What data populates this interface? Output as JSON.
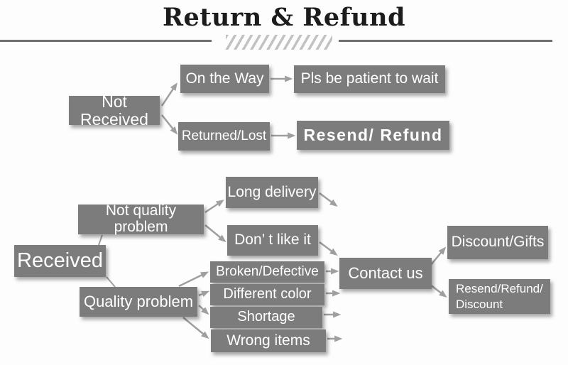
{
  "title": "Return & Refund",
  "nodes": {
    "not_received": "Not Received",
    "on_the_way": "On the Way",
    "pls_wait": "Pls be patient to wait",
    "returned_lost": "Returned/Lost",
    "resend_refund": "Resend/ Refund",
    "received": "Received",
    "not_quality_problem": "Not quality problem",
    "quality_problem": "Quality problem",
    "long_delivery": "Long delivery",
    "dont_like_it": "Don’ t like it",
    "broken_defective": "Broken/Defective",
    "different_color": "Different color",
    "shortage": "Shortage",
    "wrong_items": "Wrong items",
    "contact_us": "Contact us",
    "discount_gifts": "Discount/Gifts",
    "resend_refund_discount": "Resend/Refund/\nDiscount"
  },
  "colors": {
    "box": "#7c7c7c",
    "box_text": "#ffffff",
    "arrow": "#9f9f9f",
    "title_text": "#1c1c1c",
    "rule": "#6f6f6f",
    "hatch": "#c2c2c2",
    "bg": "#fdfdfd"
  }
}
